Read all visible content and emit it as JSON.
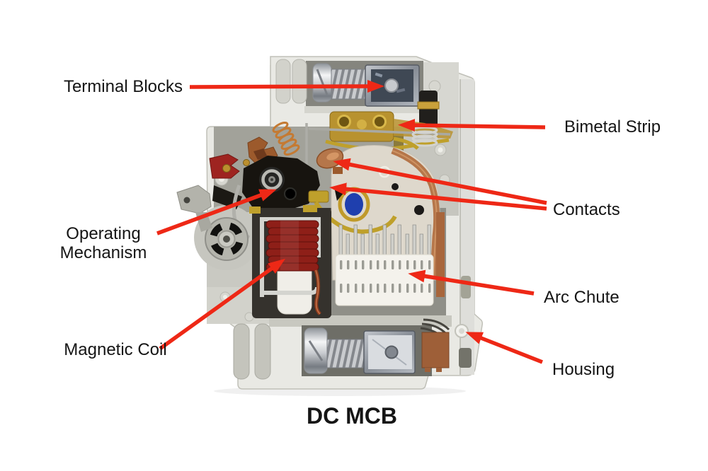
{
  "title": "DC MCB",
  "labels": {
    "terminal_blocks": "Terminal Blocks",
    "bimetal_strip": "Bimetal Strip",
    "contacts": "Contacts",
    "operating_mechanism": "Operating Mechanism",
    "arc_chute": "Arc Chute",
    "magnetic_coil": "Magnetic Coil",
    "housing": "Housing"
  },
  "colors": {
    "arrow_red": "#ee2816",
    "label_text": "#151515",
    "background": "#ffffff",
    "housing_gray": "#e9e9e4",
    "coil_red": "#8e1f18",
    "copper": "#b5764a",
    "brass": "#bfa02b"
  },
  "diagram": {
    "type": "labeled-cutaway",
    "components": [
      "Terminal Blocks",
      "Bimetal Strip",
      "Contacts",
      "Operating Mechanism",
      "Arc Chute",
      "Magnetic Coil",
      "Housing"
    ]
  }
}
